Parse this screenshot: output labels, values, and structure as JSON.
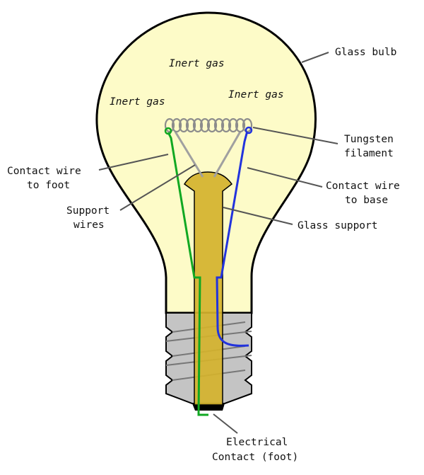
{
  "colors": {
    "glass": "#fdfbc8",
    "glass_edge": "#000000",
    "support": "#d4b22c",
    "base_metal": "#c4c4c4",
    "foot": "#000000",
    "wire_foot": "#11a822",
    "wire_base": "#2233dd",
    "filament": "#8c8c8c",
    "support_wires": "#a0a0a0"
  },
  "labels": {
    "inert_gas_top": "Inert gas",
    "inert_gas_left": "Inert gas",
    "inert_gas_right": "Inert gas",
    "glass_bulb": "Glass bulb",
    "tungsten_line1": "Tungsten",
    "tungsten_line2": "filament",
    "contact_foot_line1": "Contact wire",
    "contact_foot_line2": "to foot",
    "contact_base_line1": "Contact wire",
    "contact_base_line2": "to base",
    "support_wires_line1": "Support",
    "support_wires_line2": "wires",
    "glass_support": "Glass support",
    "electrical_line1": "Electrical",
    "electrical_line2": "Contact (foot)"
  }
}
